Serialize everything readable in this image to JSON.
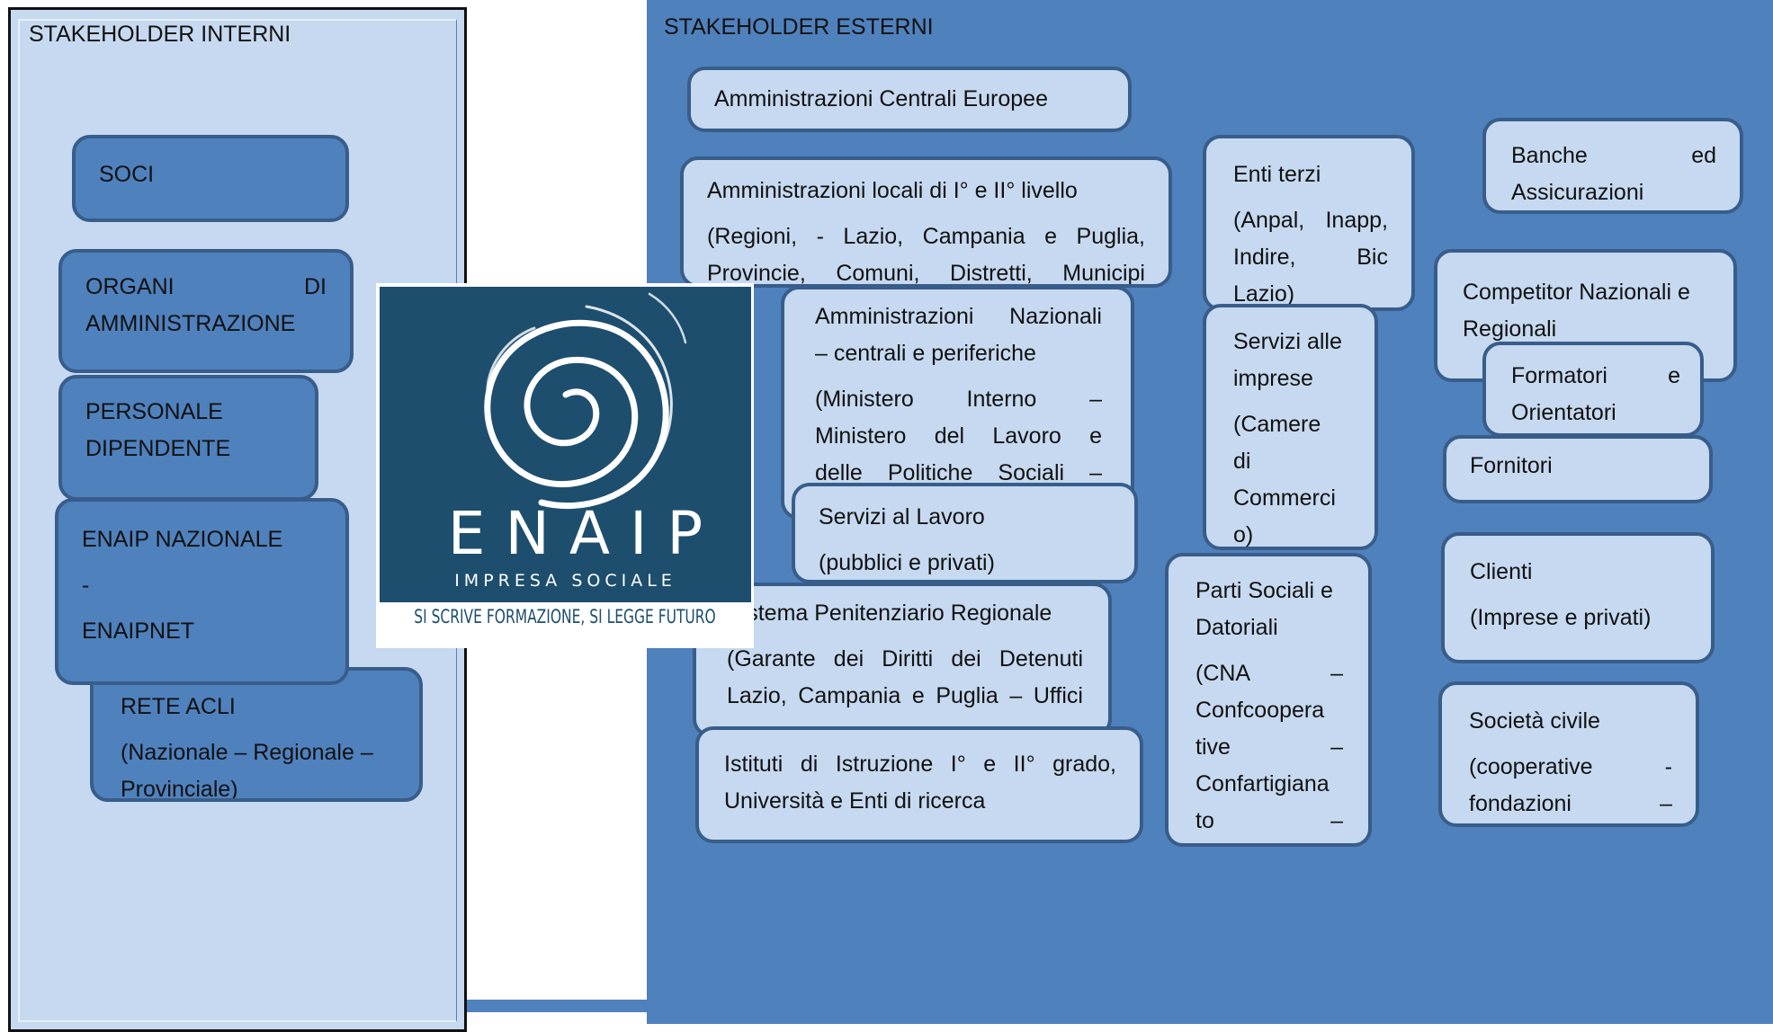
{
  "internal": {
    "title": "STAKEHOLDER INTERNI",
    "soci": "SOCI",
    "organi_1": "ORGANI",
    "organi_1b": "DI",
    "organi_2": "AMMINISTRAZIONE",
    "personale_1": "PERSONALE",
    "personale_2": "DIPENDENTE",
    "enaip_1": "ENAIP NAZIONALE",
    "enaip_2": "-",
    "enaip_3": "ENAIPNET",
    "acli_1": "RETE ACLI",
    "acli_2": "(Nazionale – Regionale –",
    "acli_3": "Provinciale)"
  },
  "logo": {
    "word": "ENAIP",
    "subtitle": "IMPRESA SOCIALE",
    "tagline": "SI SCRIVE FORMAZIONE, SI LEGGE FUTURO"
  },
  "external": {
    "title": "STAKEHOLDER ESTERNI",
    "europee": "Amministrazioni Centrali Europee",
    "locali_1": "Amministrazioni locali di I° e II° livello",
    "locali_2": "(Regioni, - Lazio, Campania e Puglia,",
    "locali_3": "Provincie, Comuni, Distretti, Municipi",
    "nazionali_1": "Amministrazioni Nazionali",
    "nazionali_2": "– centrali e periferiche",
    "nazionali_3": "(Ministero Interno –",
    "nazionali_4": "Ministero del Lavoro e",
    "nazionali_5": "delle Politiche Sociali –",
    "lavoro_1": "Servizi al Lavoro",
    "lavoro_2": "(pubblici e privati)",
    "penit_1": "Sistema Penitenziario Regionale",
    "penit_2": "(Garante dei Diritti dei Detenuti",
    "penit_3": "Lazio, Campania e Puglia – Uffici",
    "istituti_1": "Istituti di Istruzione I° e II° grado,",
    "istituti_2": "Università e Enti di ricerca",
    "enti_1": "Enti terzi",
    "enti_2": "(Anpal, Inapp,",
    "enti_3": "Indire, Bic",
    "enti_4": "Lazio)",
    "servizi_1": "Servizi alle",
    "servizi_2": "imprese",
    "servizi_3": "(Camere",
    "servizi_4": "di",
    "servizi_5": "Commerci",
    "servizi_6": "o)",
    "parti_1": "Parti Sociali e",
    "parti_2": "Datoriali",
    "parti_3": "(CNA –",
    "parti_4": "Confcoopera",
    "parti_5": "tive –",
    "parti_6": "Confartigiana",
    "parti_7": "to –",
    "banche_1": "Banche ed",
    "banche_2": "Assicurazioni",
    "competitor_1": "Competitor Nazionali e",
    "competitor_2": "Regionali",
    "formatori_1": "Formatori e",
    "formatori_2": "Orientatori",
    "fornitori": "Fornitori",
    "clienti_1": "Clienti",
    "clienti_2": "(Imprese e privati)",
    "societa_1": "Società civile",
    "societa_2": "(cooperative -",
    "societa_3": "fondazioni –"
  }
}
